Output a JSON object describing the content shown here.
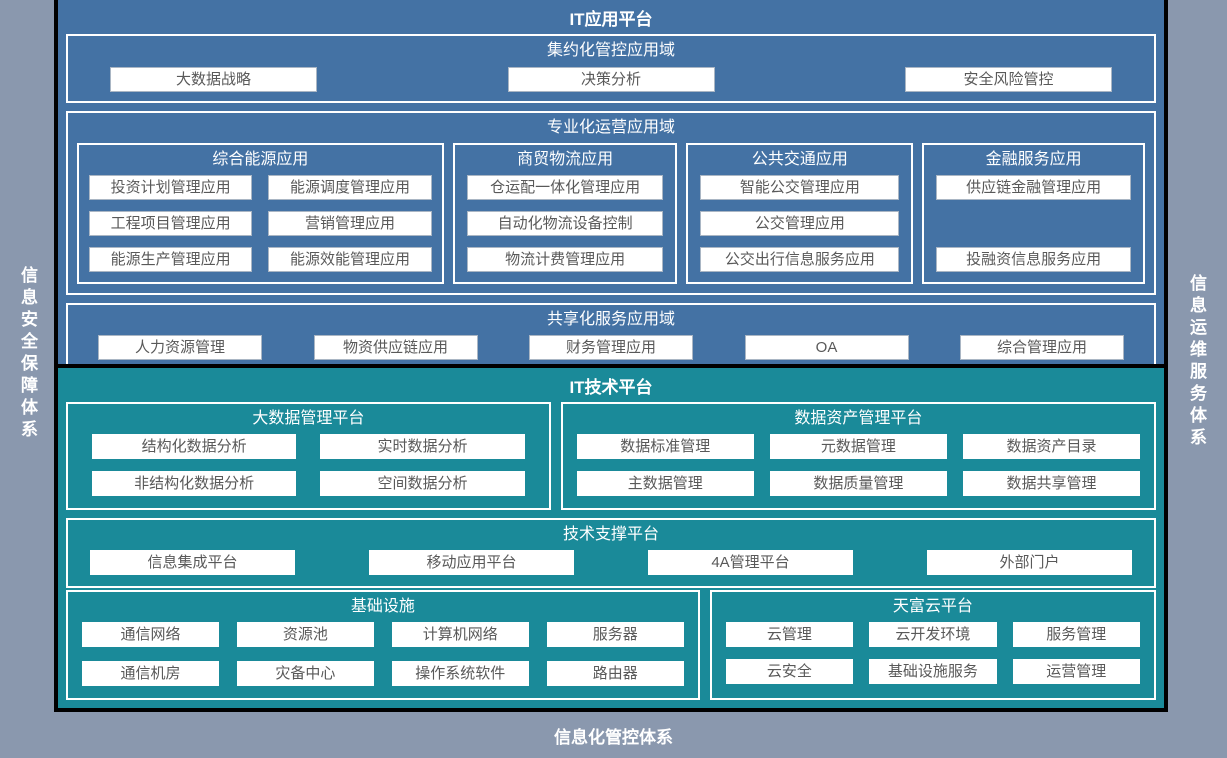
{
  "colors": {
    "background": "#8A98AE",
    "app_section_blue": "#4472A4",
    "tech_section_teal": "#1A8A99",
    "frame_black": "#000000",
    "box_border_white": "#FFFFFF",
    "item_bg": "#FFFFFF",
    "item_text": "#595959",
    "title_text": "#FFFFFF"
  },
  "pillars": {
    "left": "信息安全保障体系",
    "right": "信息运维服务体系",
    "bottom": "信息化管控体系"
  },
  "app_platform": {
    "title": "IT应用平台",
    "domains": [
      {
        "title": "集约化管控应用域",
        "items": [
          "大数据战略",
          "决策分析",
          "安全风险管控"
        ]
      },
      {
        "title": "专业化运营应用域",
        "groups": [
          {
            "title": "综合能源应用",
            "items": [
              "投资计划管理应用",
              "能源调度管理应用",
              "工程项目管理应用",
              "营销管理应用",
              "能源生产管理应用",
              "能源效能管理应用"
            ]
          },
          {
            "title": "商贸物流应用",
            "items": [
              "仓运配一体化管理应用",
              "自动化物流设备控制",
              "物流计费管理应用"
            ]
          },
          {
            "title": "公共交通应用",
            "items": [
              "智能公交管理应用",
              "公交管理应用",
              "公交出行信息服务应用"
            ]
          },
          {
            "title": "金融服务应用",
            "items": [
              "供应链金融管理应用",
              "投融资信息服务应用"
            ]
          }
        ]
      },
      {
        "title": "共享化服务应用域",
        "items": [
          "人力资源管理",
          "物资供应链应用",
          "财务管理应用",
          "OA",
          "综合管理应用"
        ]
      }
    ]
  },
  "tech_platform": {
    "title": "IT技术平台",
    "bigdata": {
      "title": "大数据管理平台",
      "items": [
        "结构化数据分析",
        "实时数据分析",
        "非结构化数据分析",
        "空间数据分析"
      ]
    },
    "data_asset": {
      "title": "数据资产管理平台",
      "items": [
        "数据标准管理",
        "元数据管理",
        "数据资产目录",
        "主数据管理",
        "数据质量管理",
        "数据共享管理"
      ]
    },
    "support": {
      "title": "技术支撑平台",
      "items": [
        "信息集成平台",
        "移动应用平台",
        "4A管理平台",
        "外部门户"
      ]
    },
    "infrastructure": {
      "title": "基础设施",
      "items": [
        "通信网络",
        "资源池",
        "计算机网络",
        "服务器",
        "通信机房",
        "灾备中心",
        "操作系统软件",
        "路由器"
      ]
    },
    "cloud": {
      "title": "天富云平台",
      "items": [
        "云管理",
        "云开发环境",
        "服务管理",
        "云安全",
        "基础设施服务",
        "运营管理"
      ]
    }
  }
}
